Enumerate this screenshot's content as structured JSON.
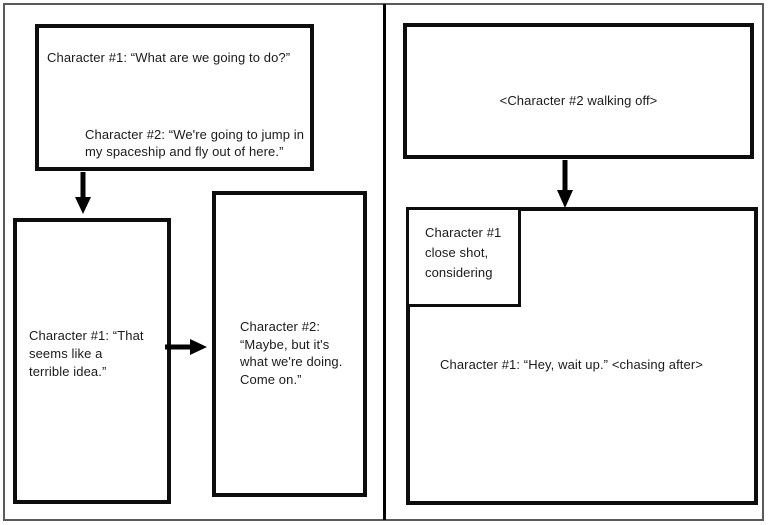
{
  "colors": {
    "frame": "#5a5a5a",
    "panel_border": "#0d0d0d",
    "text": "#1b1b1b",
    "arrow": "#000000",
    "background": "#ffffff"
  },
  "left_page": {
    "panel_top": {
      "dialog1": "Character #1: “What are we going to do?”",
      "dialog2_lines": [
        "Character #2: “We're going to jump in",
        "my spaceship and fly out of here.”"
      ]
    },
    "panel_bottom_left": {
      "dialog_lines": [
        "Character #1: “That",
        "seems like a",
        "terrible idea.”"
      ]
    },
    "panel_bottom_right": {
      "dialog_lines": [
        "Character #2:",
        "“Maybe, but it's",
        "what we're doing.",
        "Come on.”"
      ]
    }
  },
  "right_page": {
    "panel_top": {
      "action": "<Character #2 walking off>"
    },
    "panel_bottom": {
      "inset_lines": [
        "Character #1",
        "close shot,",
        "considering"
      ],
      "dialog": "Character #1: “Hey, wait up.” <chasing after>"
    }
  },
  "arrows": [
    {
      "name": "arrow-down-1",
      "direction": "down",
      "connects": "panel-top-left to panel-bottom-left"
    },
    {
      "name": "arrow-right-1",
      "direction": "right",
      "connects": "panel-bottom-left to panel-bottom-right"
    },
    {
      "name": "arrow-down-2",
      "direction": "down",
      "connects": "panel-top-right to panel-bottom-right"
    }
  ]
}
